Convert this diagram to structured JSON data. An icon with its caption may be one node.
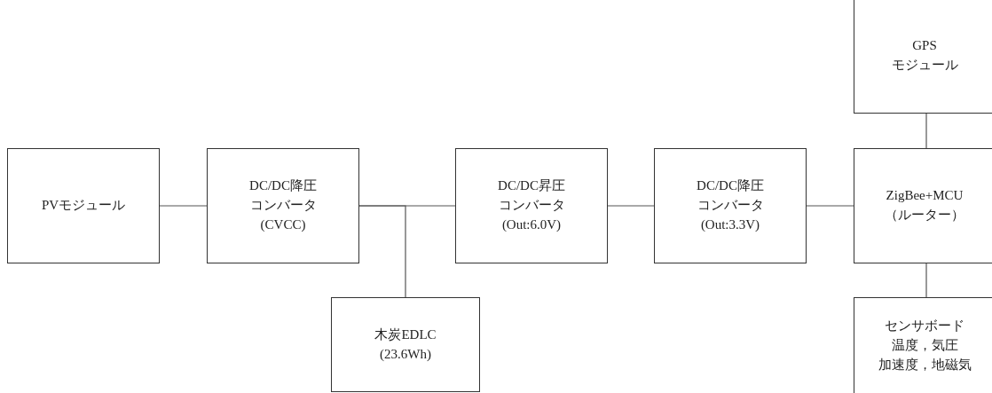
{
  "diagram": {
    "nodes": [
      {
        "text": [
          "PVモジュール"
        ]
      },
      {
        "text": [
          "DC/DC降圧コンバータ(CVCC)"
        ]
      },
      {
        "text": [
          "木炭EDLC (23.6Wh)"
        ]
      },
      {
        "text": [
          "DC/DC昇圧コンバータ(Out:6.0V)"
        ]
      },
      {
        "text": [
          "DC/DC降圧コンバータ(Out:3.3V)"
        ]
      },
      {
        "text": [
          "GPSモジュール"
        ]
      },
      {
        "text": [
          "ZigBee+MCU （ルーター）"
        ]
      },
      {
        "text": [
          "センサボード温度，気圧加速度，地磁気"
        ]
      }
    ],
    "edges": [
      {
        "from": 0,
        "to": 1,
        "arrow": "none"
      },
      {
        "from": 1,
        "to": 3,
        "arrow": "none"
      },
      {
        "from": 1,
        "to": 2,
        "arrow": "none"
      },
      {
        "from": 3,
        "to": 4,
        "arrow": "none"
      },
      {
        "from": 4,
        "to": 6,
        "arrow": "none"
      },
      {
        "from": 5,
        "to": 6,
        "arrow": "none"
      },
      {
        "from": 6,
        "to": 7,
        "arrow": "none"
      }
    ]
  }
}
